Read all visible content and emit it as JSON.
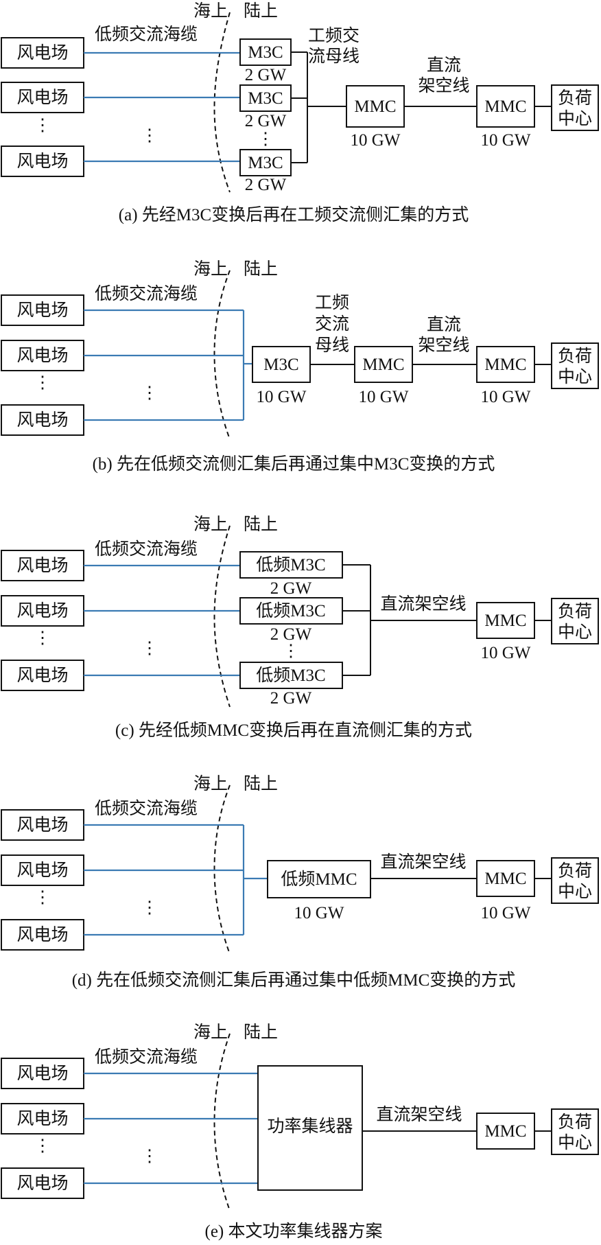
{
  "labels": {
    "wind_farm": "风电场",
    "sea": "海上",
    "land": "陆上",
    "lf_cable": "低频交流海缆",
    "vdots": "⋮",
    "pf_bus_2line_top": "工频交",
    "pf_bus_2line_bottom": "流母线",
    "pf_bus_3line_1": "工频",
    "pf_bus_3line_2": "交流",
    "pf_bus_3line_3": "母线",
    "dc_line_2line_top": "直流",
    "dc_line_2line_bottom": "架空线",
    "dc_line_1line": "直流架空线",
    "m3c": "M3C",
    "lf_m3c": "低频M3C",
    "mmc": "MMC",
    "lf_mmc": "低频MMC",
    "power_collector": "功率集线器",
    "load_top": "负荷",
    "load_bottom": "中心",
    "cap_2gw": "2 GW",
    "cap_10gw": "10 GW"
  },
  "captions": {
    "a": "(a) 先经M3C变换后再在工频交流侧汇集的方式",
    "b": "(b) 先在低频交流侧汇集后再通过集中M3C变换的方式",
    "c": "(c) 先经低频MMC变换后再在直流侧汇集的方式",
    "d": "(d) 先在低频交流侧汇集后再通过集中低频MMC变换的方式",
    "e": "(e) 本文功率集线器方案"
  },
  "colors": {
    "cable": "#3a7ab3",
    "line": "#111111"
  }
}
